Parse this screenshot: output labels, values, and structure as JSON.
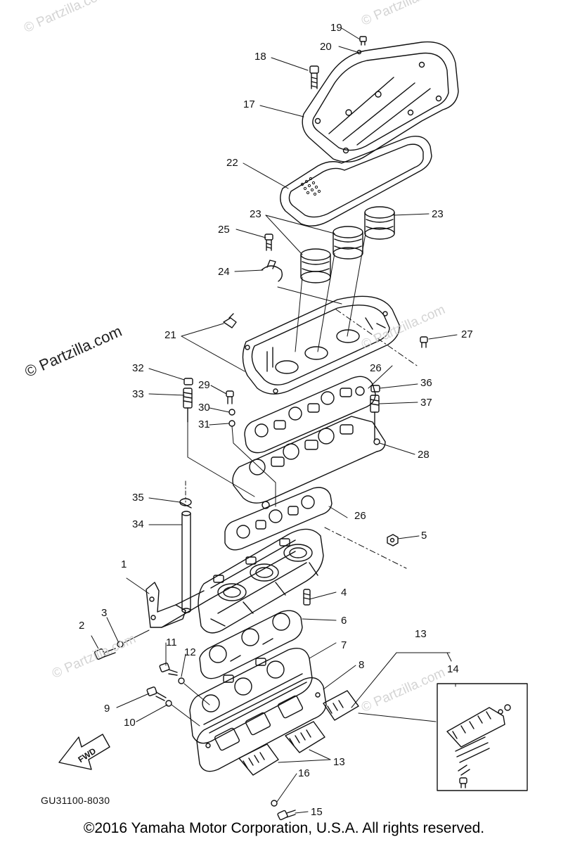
{
  "watermarks": {
    "main": "© Partzilla.com",
    "faint": "© Partzilla.com"
  },
  "callouts": {
    "c1": "1",
    "c2": "2",
    "c3": "3",
    "c4": "4",
    "c5": "5",
    "c6": "6",
    "c7": "7",
    "c8": "8",
    "c9": "9",
    "c10": "10",
    "c11": "11",
    "c12": "12",
    "c13a": "13",
    "c13b": "13",
    "c14": "14",
    "c15": "15",
    "c16": "16",
    "c17": "17",
    "c18": "18",
    "c19": "19",
    "c20": "20",
    "c21": "21",
    "c22": "22",
    "c23a": "23",
    "c23b": "23",
    "c24": "24",
    "c25": "25",
    "c26a": "26",
    "c26b": "26",
    "c27": "27",
    "c28": "28",
    "c29": "29",
    "c30": "30",
    "c31": "31",
    "c32": "32",
    "c33": "33",
    "c34": "34",
    "c35": "35",
    "c36": "36",
    "c37": "37"
  },
  "fwd_label": "FWD",
  "diagram_code": "GU31100-8030",
  "copyright": "©2016  Yamaha Motor Corporation, U.S.A. All rights reserved."
}
